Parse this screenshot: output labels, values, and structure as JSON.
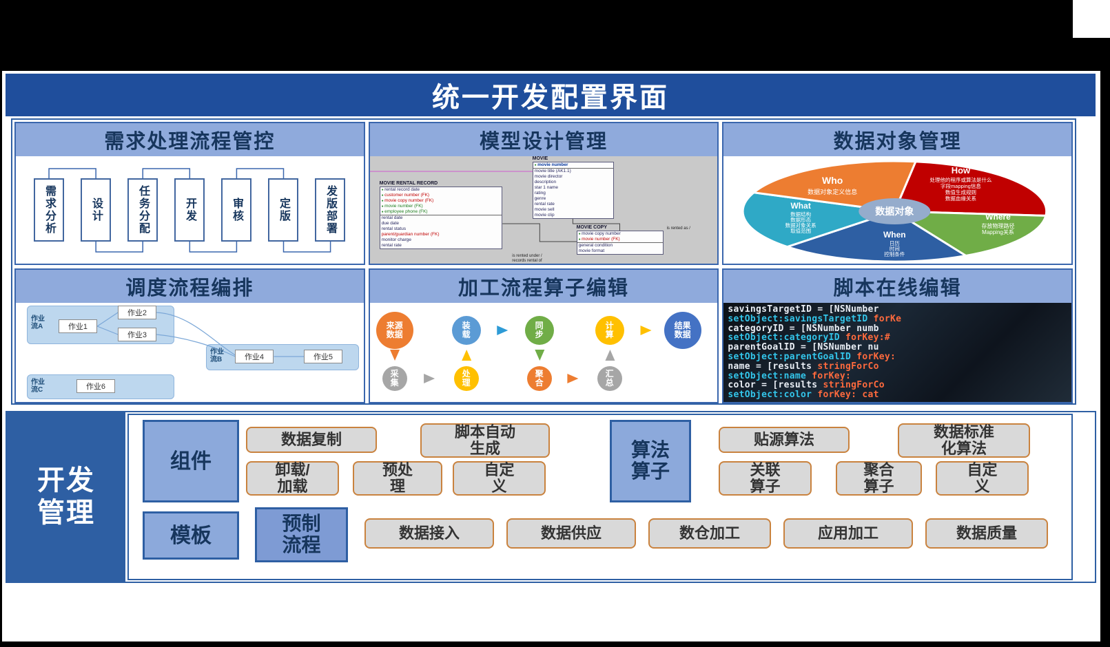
{
  "title": "统一开发配置界面",
  "theme": {
    "title_bg": "#1F4E9C",
    "panel_header_bg": "#8FAADC",
    "panel_header_text": "#17365D",
    "accent_border": "#2E5FA3",
    "button_bg": "#D9D9D9",
    "button_border": "#C9823E",
    "label_box_bg": "#8CA9DB"
  },
  "panels": {
    "req": {
      "header": "需求处理流程管控",
      "steps": [
        "需求分析",
        "设计",
        "任务分配",
        "开发",
        "审核",
        "定版",
        "发版部署"
      ]
    },
    "model": {
      "header": "模型设计管理",
      "rental": {
        "title": "MOVIE RENTAL RECORD",
        "rows": [
          "rental record date",
          "customer number (FK)",
          "movie copy number (FK)",
          "movie number (FK)",
          "employee phone (FK)",
          "rental date",
          "due date",
          "rental status",
          "parent/guardian number (FK)",
          "monitor charge",
          "rental rate"
        ]
      },
      "movie": {
        "title": "MOVIE",
        "key": "movie number",
        "rows": [
          "movie title (AK1.1)",
          "movie director",
          "description",
          "star 1 name",
          "rating",
          "genre",
          "rental rate",
          "movie sell",
          "movie clip"
        ]
      },
      "copy": {
        "title": "MOVIE COPY",
        "rows": [
          "movie copy number",
          "movie number (FK)",
          "general condition",
          "movie format"
        ]
      },
      "labels": {
        "rented_as": "is rented as /",
        "rented_under": "is rented under /",
        "records": "records rental of"
      }
    },
    "dataobj": {
      "header": "数据对象管理",
      "center": "数据对象",
      "slices": [
        {
          "name": "Who",
          "color": "#ED7D31",
          "lines": [
            "数据对象定义信息"
          ]
        },
        {
          "name": "How",
          "color": "#C00000",
          "lines": [
            "处理他的程序或算法是什么",
            "字段mapping信息",
            "数值生成规则",
            "数据血缘关系"
          ]
        },
        {
          "name": "Where",
          "color": "#70AD47",
          "lines": [
            "存放物理路径",
            "Mapping关系"
          ]
        },
        {
          "name": "When",
          "color": "#2E5FA3",
          "lines": [
            "日历",
            "时间",
            "控制条件"
          ]
        },
        {
          "name": "What",
          "color": "#2FA9C6",
          "lines": [
            "数据结构",
            "数据形态",
            "数据对象关系",
            "取值范围"
          ]
        }
      ]
    },
    "sched": {
      "header": "调度流程编排",
      "flowA": "作业流A",
      "flowB": "作业流B",
      "flowC": "作业流C",
      "jobs": [
        "作业1",
        "作业2",
        "作业3",
        "作业4",
        "作业5",
        "作业6"
      ]
    },
    "proc": {
      "header": "加工流程算子编辑",
      "nodes": [
        {
          "label": "来源数据",
          "color": "#ED7D31"
        },
        {
          "label": "装载",
          "color": "#5B9BD5"
        },
        {
          "label": "同步",
          "color": "#70AD47"
        },
        {
          "label": "计算",
          "color": "#FFC000"
        },
        {
          "label": "结果数据",
          "color": "#4472C4"
        },
        {
          "label": "采集",
          "color": "#A6A6A6"
        },
        {
          "label": "处理",
          "color": "#FFC000"
        },
        {
          "label": "聚合",
          "color": "#ED7D31"
        },
        {
          "label": "汇总",
          "color": "#A6A6A6"
        }
      ]
    },
    "script": {
      "header": "脚本在线编辑",
      "lines": [
        {
          "main": "savingsTargetID = [NSNumber",
          "hl": ""
        },
        {
          "main": "setObject:savingsTargetID ",
          "hl": "forKe"
        },
        {
          "main": "categoryID = [NSNumber numb",
          "hl": ""
        },
        {
          "main": "setObject:categoryID ",
          "hl": "forKey:#"
        },
        {
          "main": "parentGoalID = [NSNumber nu",
          "hl": ""
        },
        {
          "main": "setObject:parentGoalID ",
          "hl": "forKey:"
        },
        {
          "main": "name = [results ",
          "hl": "stringForCo"
        },
        {
          "main": "setObject:name ",
          "hl": "forKey:"
        },
        {
          "main": "color = [results ",
          "hl": "stringForCo"
        },
        {
          "main": "setObject:color ",
          "hl": "forKey: cat"
        }
      ]
    }
  },
  "bottom": {
    "dev": {
      "lines": [
        "开发",
        "管理"
      ]
    },
    "component": {
      "label": "组件",
      "buttons": [
        "数据复制",
        "脚本自动生成",
        "卸载/加载",
        "预处理",
        "自定义"
      ]
    },
    "algorithm": {
      "label": "算法算子",
      "buttons": [
        "贴源算法",
        "数据标准化算法",
        "关联算子",
        "聚合算子",
        "自定义"
      ]
    },
    "template": {
      "label": "模板",
      "prefab": "预制流程",
      "buttons": [
        "数据接入",
        "数据供应",
        "数仓加工",
        "应用加工",
        "数据质量"
      ]
    }
  }
}
